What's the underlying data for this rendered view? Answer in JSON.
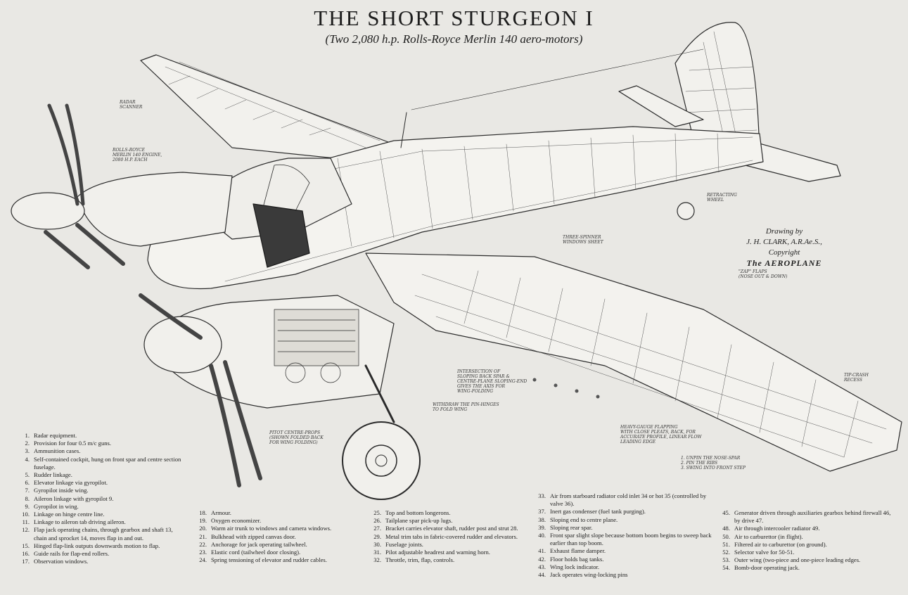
{
  "title": "THE SHORT STURGEON I",
  "subtitle": "(Two 2,080 h.p. Rolls-Royce Merlin 140 aero-motors)",
  "credit": {
    "line1": "Drawing by",
    "line2": "J. H. CLARK, A.R.Ae.S.,",
    "line3": "Copyright",
    "line4": "The AEROPLANE"
  },
  "callouts": {
    "zap_flaps": "\"ZAP\" FLAPS\n(NOSE OUT & DOWN)",
    "three_engine": "THREE-SPINNER\nWINDOWS SHEET",
    "intersection": "INTERSECTION OF\nSLOPING BACK SPAR &\nCENTRE-PLANE SLOPING-END\nGIVES THE AXIS FOR\nWING-FOLDING",
    "without_pins": "WITHDRAW THE PIN-HINGES\nTO FOLD WING",
    "double_flaps": "HEAVY-GAUGE FLAPPING\nWITH CLOSE PLEATS, BACK, FOR\nACCURATE PROFILE, LINEAR FLOW\nLEADING EDGE",
    "fold_steps": "1. UNPIN THE NOSE-SPAR\n2. PIN THE RIBS\n3. SWING INTO FRONT STEP",
    "pitot": "PITOT CENTRE-PROPS\n(SHOWN FOLDED BACK\nFOR WING FOLDING)",
    "radar_scanner": "RADAR\nSCANNER",
    "rolls_royce": "ROLLS-ROYCE\nMERLIN 140 ENGINE,\n2080 H.P. EACH",
    "tail_wheel": "RETRACTING\nWHEEL",
    "tip_crash": "TIP-CRASH\nRECESS"
  },
  "legend": {
    "col1": [
      {
        "n": "1.",
        "t": "Radar equipment."
      },
      {
        "n": "2.",
        "t": "Provision for four 0.5 m/c guns."
      },
      {
        "n": "3.",
        "t": "Ammunition cases."
      },
      {
        "n": "4.",
        "t": "Self-contained cockpit, hung on front spar and centre section fuselage."
      },
      {
        "n": "5.",
        "t": "Rudder linkage."
      },
      {
        "n": "6.",
        "t": "Elevator linkage via gyropilot."
      },
      {
        "n": "7.",
        "t": "Gyropilot inside wing."
      },
      {
        "n": "8.",
        "t": "Aileron linkage with gyropilot 9."
      },
      {
        "n": "9.",
        "t": "Gyropilot in wing."
      },
      {
        "n": "10.",
        "t": "Linkage on hinge centre line."
      },
      {
        "n": "11.",
        "t": "Linkage to aileron tab driving aileron."
      },
      {
        "n": "12.",
        "t": "Flap jack operating chains, through gearbox and shaft 13, chain and sprocket 14, moves flap in and out."
      },
      {
        "n": "15.",
        "t": "Hinged flap-link outputs downwards motion to flap."
      },
      {
        "n": "16.",
        "t": "Guide rails for flap-end rollers."
      },
      {
        "n": "17.",
        "t": "Observation windows."
      }
    ],
    "col2": [
      {
        "n": "18.",
        "t": "Armour."
      },
      {
        "n": "19.",
        "t": "Oxygen economizer."
      },
      {
        "n": "20.",
        "t": "Warm air trunk to windows and camera windows."
      },
      {
        "n": "21.",
        "t": "Bulkhead with zipped canvas door."
      },
      {
        "n": "22.",
        "t": "Anchorage for jack operating tailwheel."
      },
      {
        "n": "23.",
        "t": "Elastic cord (tailwheel door closing)."
      },
      {
        "n": "24.",
        "t": "Spring tensioning of elevator and rudder cables."
      }
    ],
    "col3": [
      {
        "n": "25.",
        "t": "Top and bottom longerons."
      },
      {
        "n": "26.",
        "t": "Tailplane spar pick-up lugs."
      },
      {
        "n": "27.",
        "t": "Bracket carries elevator shaft, rudder post and strut 28."
      },
      {
        "n": "29.",
        "t": "Metal trim tabs in fabric-covered rudder and elevators."
      },
      {
        "n": "30.",
        "t": "Fuselage joints."
      },
      {
        "n": "31.",
        "t": "Pilot adjustable headrest and warning horn."
      },
      {
        "n": "32.",
        "t": "Throttle, trim, flap, controls."
      }
    ],
    "col4": [
      {
        "n": "33.",
        "t": "Air from starboard radiator cold inlet 34 or hot 35 (controlled by valve 36)."
      },
      {
        "n": "37.",
        "t": "Inert gas condenser (fuel tank purging)."
      },
      {
        "n": "38.",
        "t": "Sloping end to centre plane."
      },
      {
        "n": "39.",
        "t": "Sloping rear spar."
      },
      {
        "n": "40.",
        "t": "Front spar slight slope because bottom boom begins to sweep back earlier than top boom."
      },
      {
        "n": "41.",
        "t": "Exhaust flame damper."
      },
      {
        "n": "42.",
        "t": "Floor holds bag tanks."
      },
      {
        "n": "43.",
        "t": "Wing lock indicator."
      },
      {
        "n": "44.",
        "t": "Jack operates wing-locking pins"
      }
    ],
    "col5": [
      {
        "n": "45.",
        "t": "Generator driven through auxiliaries gearbox behind firewall 46, by drive 47."
      },
      {
        "n": "48.",
        "t": "Air through intercooler radiator 49."
      },
      {
        "n": "50.",
        "t": "Air to carburettor (in flight)."
      },
      {
        "n": "51.",
        "t": "Filtered air to carburettor (on ground)."
      },
      {
        "n": "52.",
        "t": "Selector valve for 50-51."
      },
      {
        "n": "53.",
        "t": "Outer wing (two-piece and one-piece leading edges."
      },
      {
        "n": "54.",
        "t": "Bomb-door operating jack."
      }
    ]
  }
}
